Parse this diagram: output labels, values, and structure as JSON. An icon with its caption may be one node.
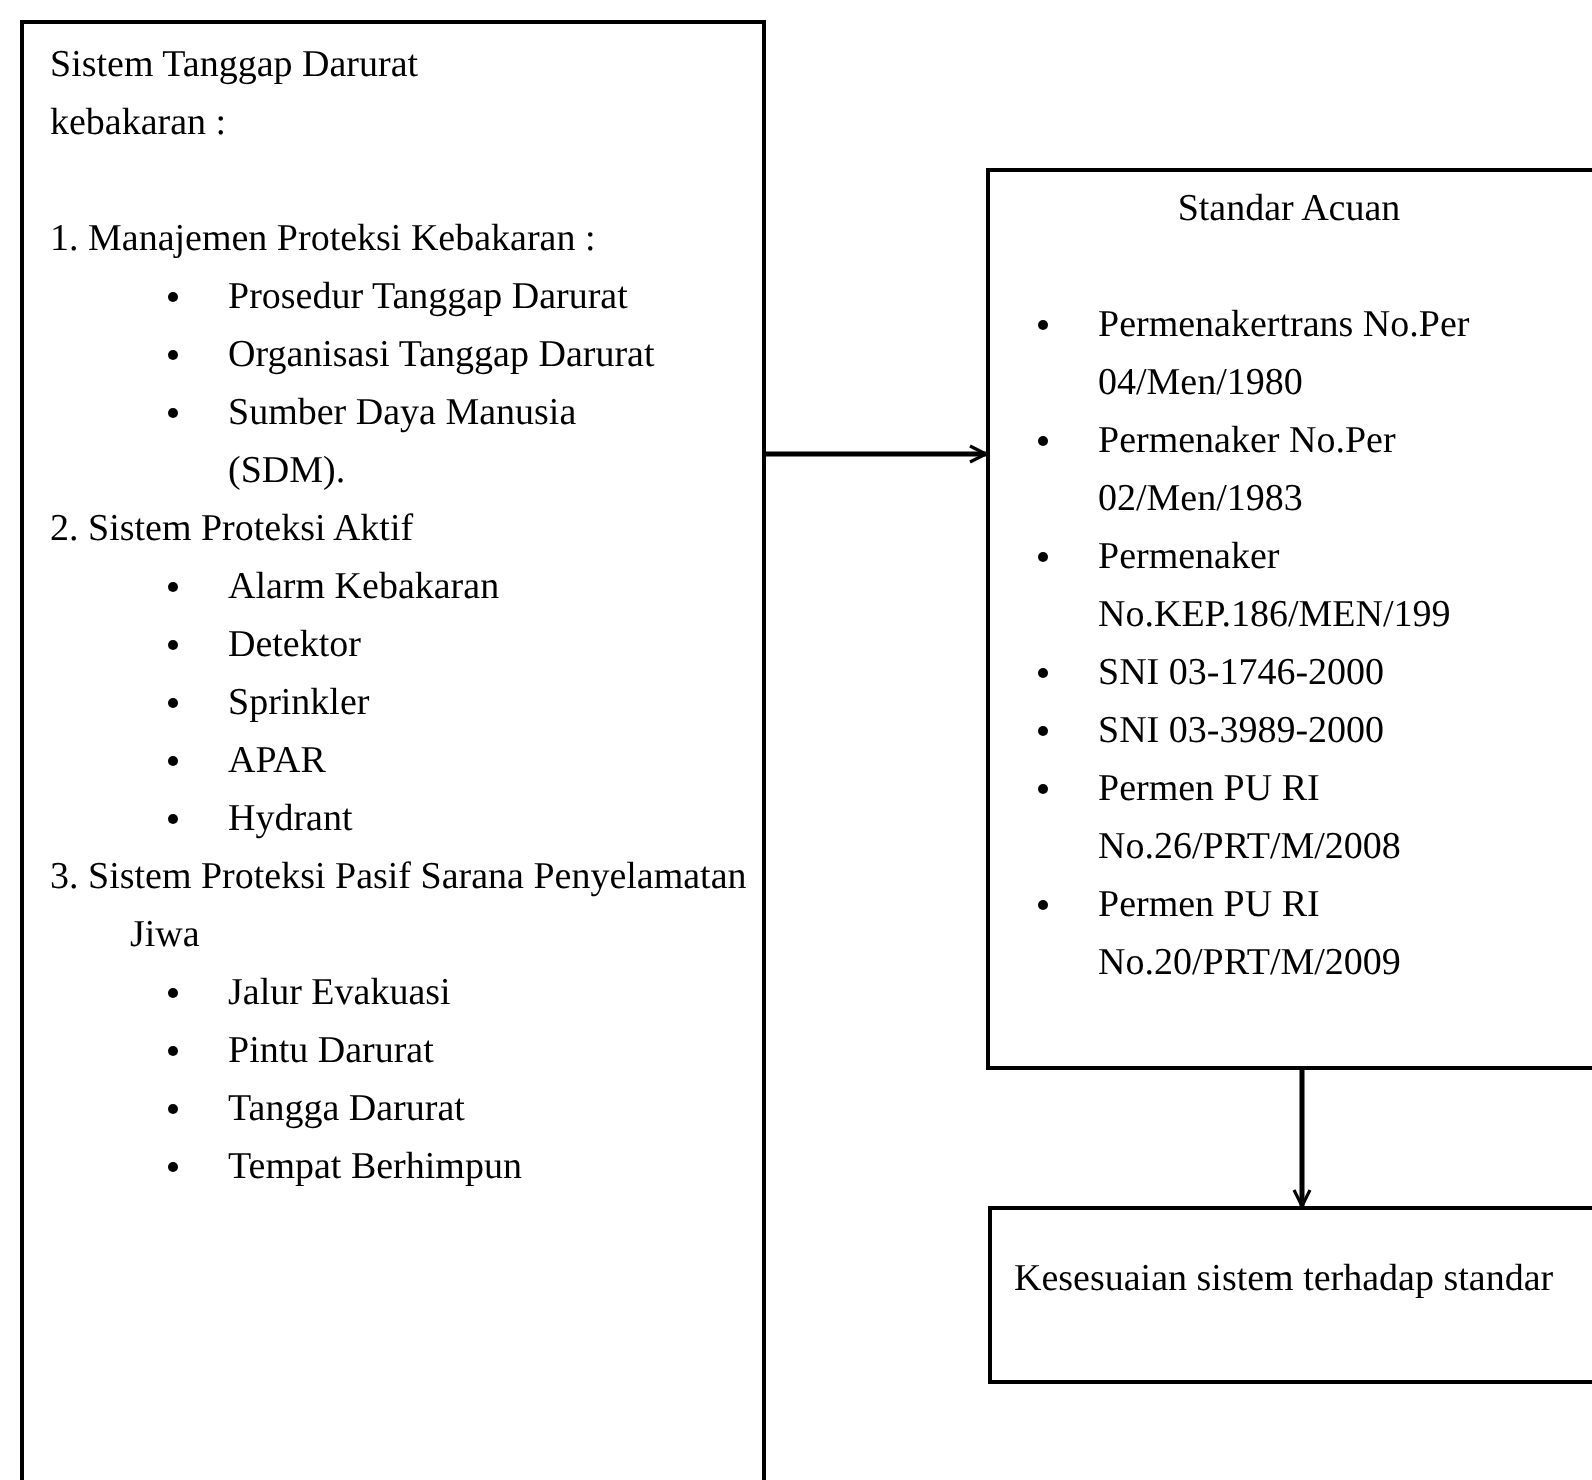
{
  "diagram": {
    "nodes": [
      {
        "text": [
          "Sistem Tanggap Darurat kebakaran :",
          "1. Manajemen Proteksi Kebakaran :",
          "Prosedur Tanggap Darurat",
          "Organisasi Tanggap Darurat",
          "Sumber Daya Manusia (SDM).",
          "2. Sistem Proteksi Aktif",
          "Alarm Kebakaran",
          "Detektor",
          "Sprinkler",
          "APAR",
          "Hydrant",
          "3. Sistem Proteksi Pasif Sarana Penyelamatan Jiwa",
          "Jalur Evakuasi",
          "Pintu Darurat",
          "Tangga Darurat",
          "Tempat Berhimpun"
        ]
      },
      {
        "text": [
          "Standar Acuan",
          "Permenakertrans No.Per 04/Men/1980",
          "Permenaker No.Per 02/Men/1983",
          "Permenaker No.KEP.186/MEN/199",
          "SNI 03-1746-2000",
          "SNI 03-3989-2000",
          "Permen PU RI No.26/PRT/M/2008",
          "Permen PU RI No.20/PRT/M/2009"
        ]
      },
      {
        "text": [
          "Kesesuaian sistem terhadap standar"
        ]
      }
    ],
    "edges": [
      {
        "from": 0,
        "to": 1,
        "arrow": "to"
      },
      {
        "from": 1,
        "to": 2,
        "arrow": "to"
      }
    ]
  }
}
